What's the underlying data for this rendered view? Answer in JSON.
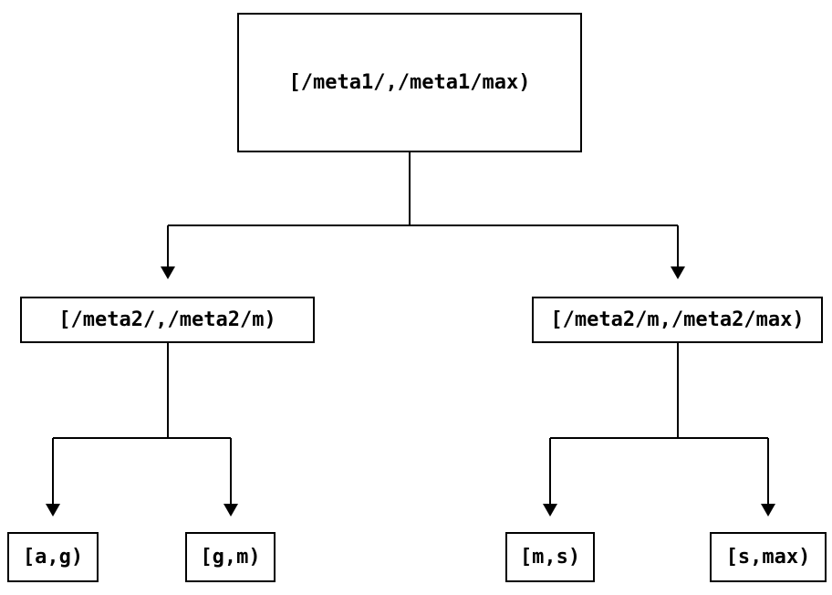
{
  "diagram": {
    "type": "tree",
    "description": "Key-range partition tree diagram",
    "colors": {
      "background": "#ffffff",
      "line": "#000000",
      "text": "#000000"
    },
    "nodes": {
      "root": {
        "label": "[/meta1/,/meta1/max)"
      },
      "meta2_low": {
        "label": "[/meta2/,/meta2/m)"
      },
      "meta2_high": {
        "label": "[/meta2/m,/meta2/max)"
      },
      "leaf_ag": {
        "label": "[a,g)"
      },
      "leaf_gm": {
        "label": "[g,m)"
      },
      "leaf_ms": {
        "label": "[m,s)"
      },
      "leaf_smax": {
        "label": "[s,max)"
      }
    },
    "edges": [
      {
        "from": "root",
        "to": "meta2_low"
      },
      {
        "from": "root",
        "to": "meta2_high"
      },
      {
        "from": "meta2_low",
        "to": "leaf_ag"
      },
      {
        "from": "meta2_low",
        "to": "leaf_gm"
      },
      {
        "from": "meta2_high",
        "to": "leaf_ms"
      },
      {
        "from": "meta2_high",
        "to": "leaf_smax"
      }
    ]
  }
}
